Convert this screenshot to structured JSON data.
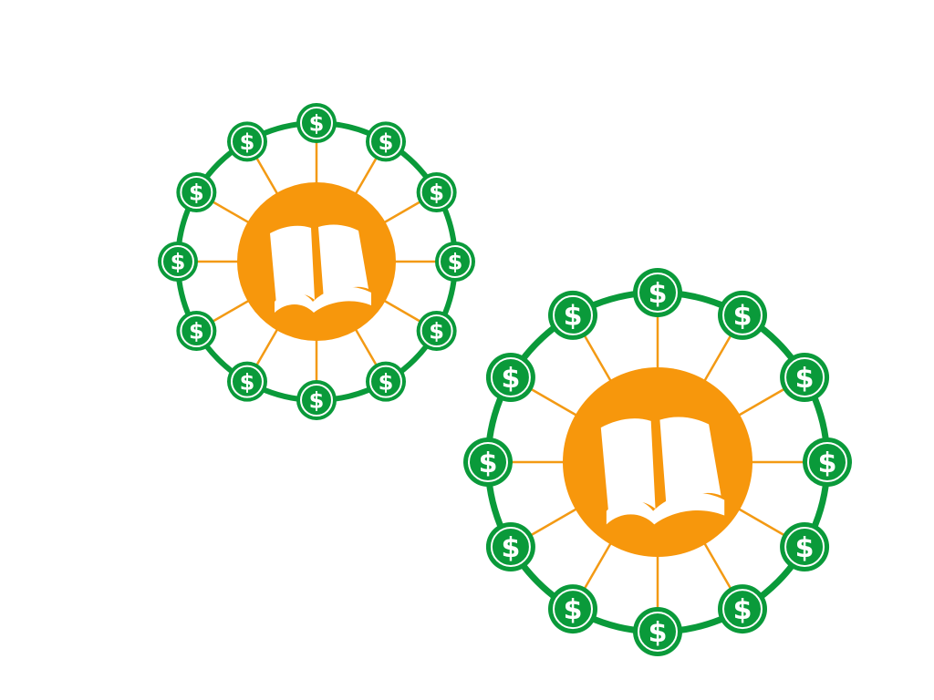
{
  "colors": {
    "background": "#ffffff",
    "ring": "#0a9a3a",
    "coin": "#0a9a3a",
    "coin_symbol": "#ffffff",
    "spoke": "#f39a14",
    "hub": "#f7970c",
    "book": "#ffffff"
  },
  "coin_symbol": "$",
  "hub_icon": "open-book-icon",
  "coin_icon": "dollar-coin-icon",
  "clusters": [
    {
      "name": "small-cluster",
      "coin_count": 12
    },
    {
      "name": "large-cluster",
      "coin_count": 12
    }
  ]
}
